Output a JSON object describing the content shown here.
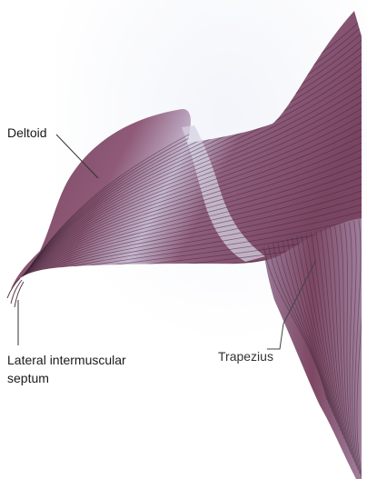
{
  "labels": {
    "deltoid": "Deltoid",
    "trapezius": "Trapezius",
    "lateral_line1": "Lateral intermuscular",
    "lateral_line2": "septum"
  },
  "colors": {
    "muscle_dark": "#7a4560",
    "muscle_mid": "#9a6a84",
    "muscle_light": "#b9a0be",
    "fascia": "#d8d6e6",
    "fiber": "#3d2535",
    "leader": "#333333",
    "background_tint": "#eeeef6"
  }
}
